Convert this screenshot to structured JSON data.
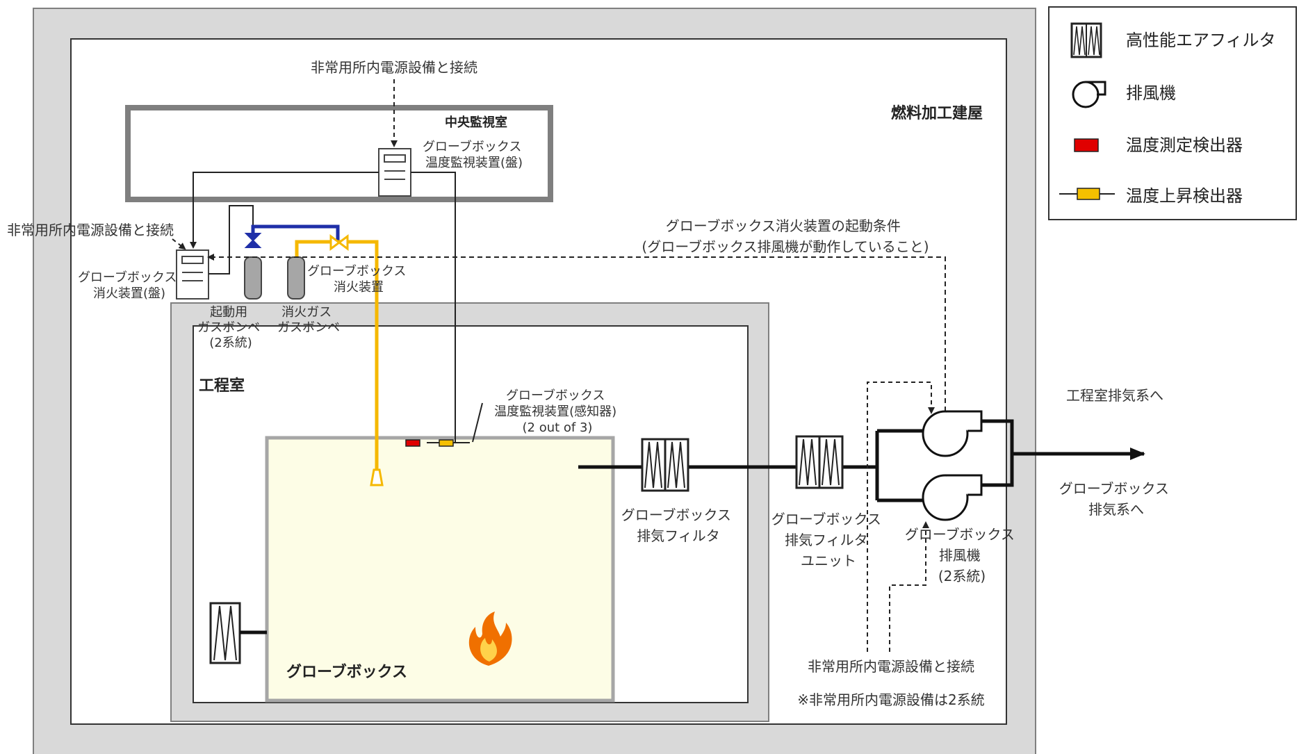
{
  "texts": {
    "building": "燃料加工建屋",
    "control_room": "中央監視室",
    "process_room": "工程室",
    "glovebox": "グローブボックス",
    "power_top": "非常用所内電源設備と接続",
    "power_left": "非常用所内電源設備と接続",
    "power_bottom": "非常用所内電源設備と接続",
    "power_note": "※非常用所内電源設備は2系統",
    "monitor_panel": [
      "グローブボックス",
      "温度監視装置(盤)"
    ],
    "extinguisher_panel": [
      "グローブボックス",
      "消火装置(盤)"
    ],
    "extinguisher": [
      "グローブボックス",
      "消火装置"
    ],
    "startup_cylinder": [
      "起動用",
      "ガスボンベ",
      "(2系統)"
    ],
    "fire_gas_cylinder": [
      "消火ガス",
      "ガスボンベ"
    ],
    "sensor": [
      "グローブボックス",
      "温度監視装置(感知器)",
      "(2 out of 3)"
    ],
    "start_condition": [
      "グローブボックス消火装置の起動条件",
      "(グローブボックス排風機が動作していること)"
    ],
    "exhaust_filter": [
      "グローブボックス",
      "排気フィルタ"
    ],
    "filter_unit": [
      "グローブボックス",
      "排気フィルタ",
      "ユニット"
    ],
    "exhaust_fan": [
      "グローブボックス",
      "排風機",
      "(2系統)"
    ],
    "to_room_exhaust": "工程室排気系へ",
    "to_gb_exhaust": [
      "グローブボックス",
      "排気系へ"
    ]
  },
  "legend": [
    {
      "symbol": "hepa-filter",
      "label": "高性能エアフィルタ"
    },
    {
      "symbol": "exhaust-fan",
      "label": "排風機"
    },
    {
      "symbol": "temp-measure-detector",
      "label": "温度測定検出器",
      "color": "#e00000"
    },
    {
      "symbol": "temp-rise-detector",
      "label": "温度上昇検出器",
      "color": "#f5c000"
    }
  ],
  "colors": {
    "frame": "#7f7f7f",
    "band": "#d9d9d9",
    "glovebox_fill": "#fdfde6",
    "gas_line_yellow": "#f5b800",
    "startup_line_blue": "#1f2fa8",
    "cylinder": "#a6a6a6"
  }
}
